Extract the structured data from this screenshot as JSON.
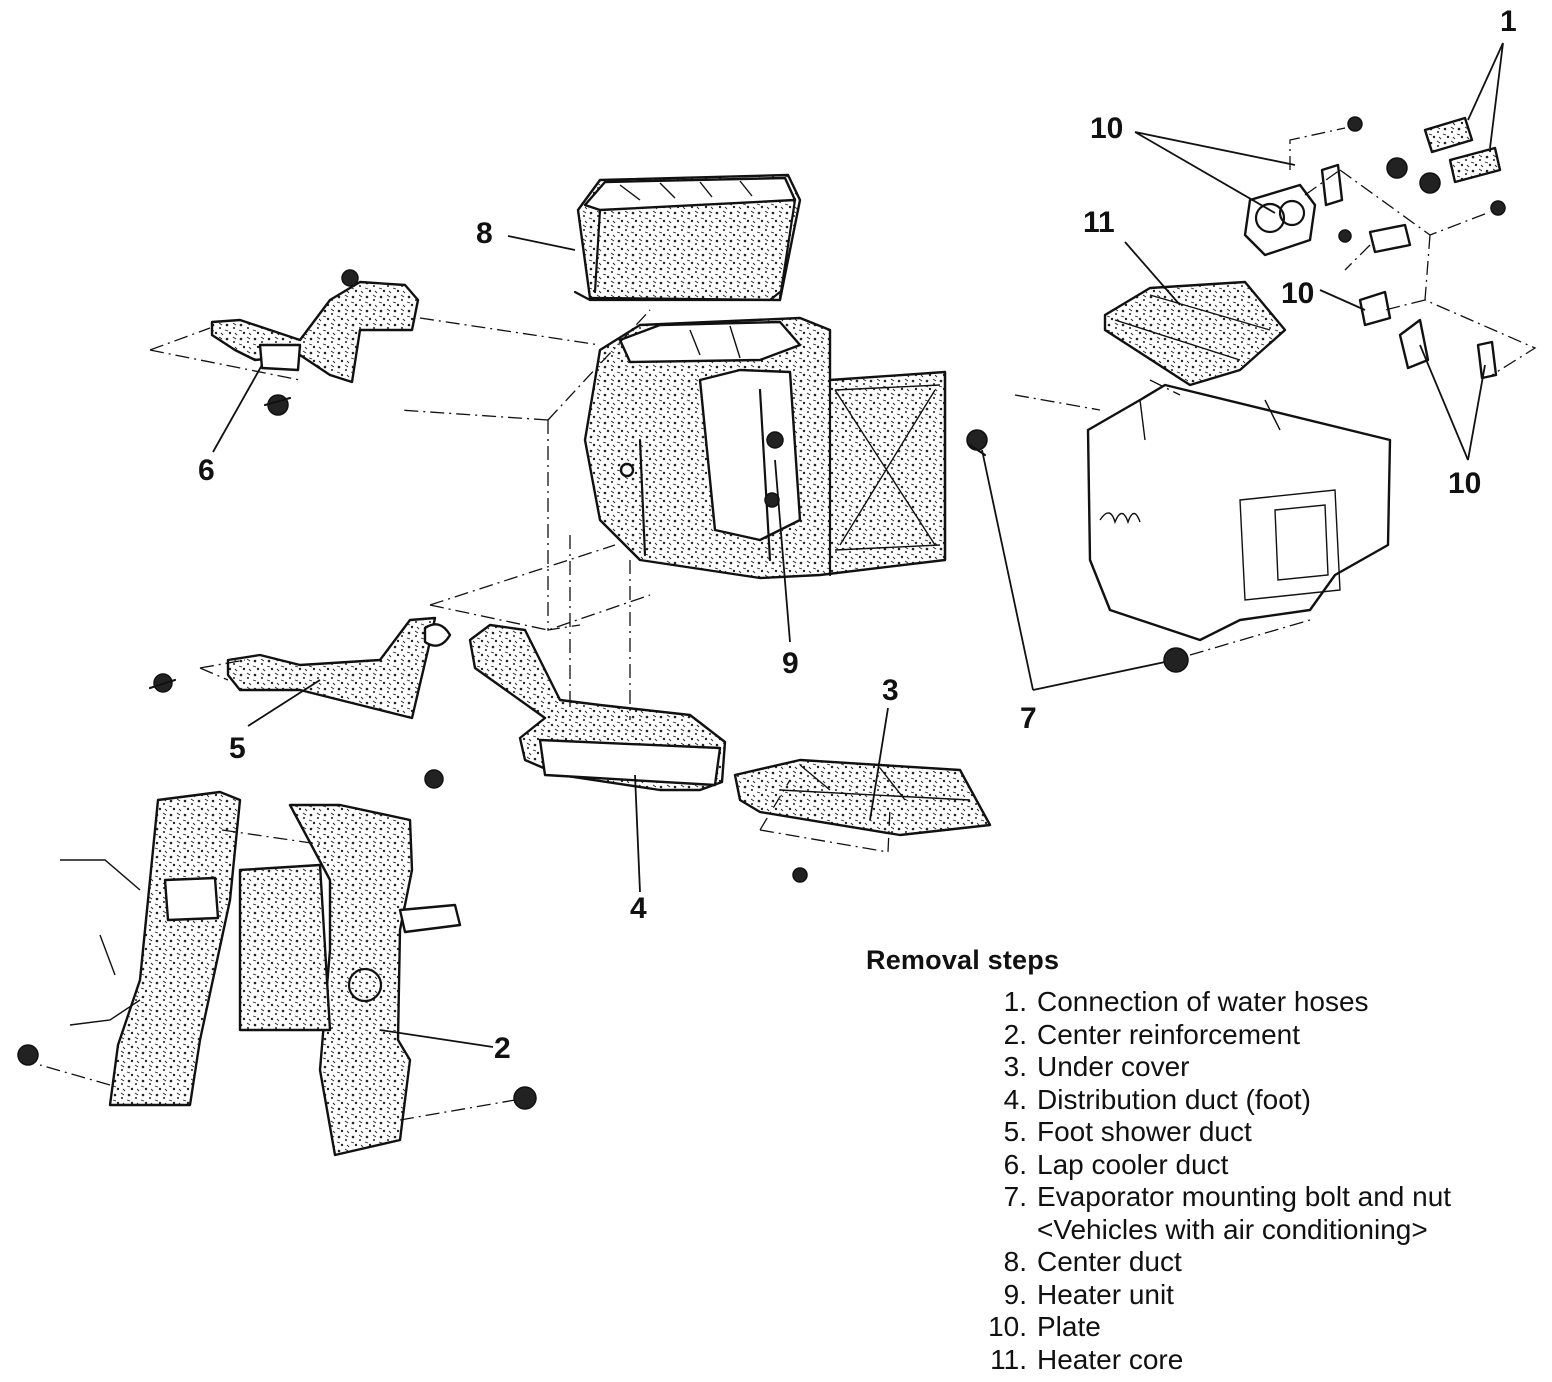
{
  "callouts": {
    "c1": "1",
    "c2": "2",
    "c3": "3",
    "c4": "4",
    "c5": "5",
    "c6": "6",
    "c7": "7",
    "c8": "8",
    "c9": "9",
    "c10a": "10",
    "c10b": "10",
    "c10c": "10",
    "c11": "11"
  },
  "legend": {
    "title": "Removal steps",
    "steps": [
      {
        "num": "1.",
        "text": "Connection of water hoses"
      },
      {
        "num": "2.",
        "text": "Center reinforcement"
      },
      {
        "num": "3.",
        "text": "Under cover"
      },
      {
        "num": "4.",
        "text": "Distribution duct (foot)"
      },
      {
        "num": "5.",
        "text": "Foot shower duct"
      },
      {
        "num": "6.",
        "text": "Lap cooler duct"
      },
      {
        "num": "7.",
        "text": "Evaporator mounting bolt and nut\n<Vehicles with air conditioning>"
      },
      {
        "num": "8.",
        "text": "Center duct"
      },
      {
        "num": "9.",
        "text": "Heater unit"
      },
      {
        "num": "10.",
        "text": "Plate"
      },
      {
        "num": "11.",
        "text": "Heater core"
      }
    ]
  }
}
